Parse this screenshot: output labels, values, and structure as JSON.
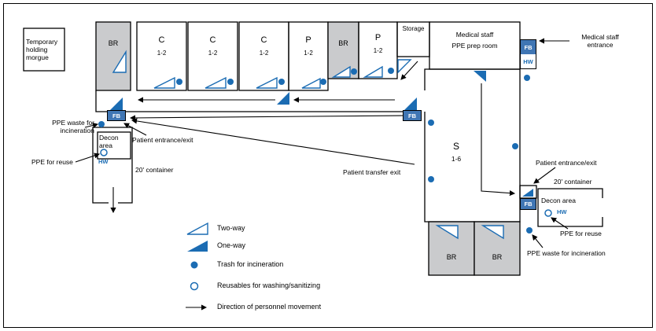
{
  "colors": {
    "blue": "#1b6cb3",
    "box_blue": "#4076b4",
    "gray": "#cacbcd"
  },
  "rooms": {
    "morgue": "Temporary holding morgue",
    "br": "BR",
    "wardC": {
      "label": "C",
      "sub": "1-2"
    },
    "wardP": {
      "label": "P",
      "sub": "1-2"
    },
    "storage": "Storage",
    "staff": {
      "line1": "Medical staff",
      "line2": "PPE prep room"
    },
    "sWard": {
      "label": "S",
      "sub": "1-6"
    }
  },
  "boxes": {
    "fb": "FB",
    "hw": "HW"
  },
  "labels": {
    "ppe_waste": "PPE waste for incineration",
    "patient_entrance": "Patient entrance/exit",
    "ppe_reuse": "PPE for reuse",
    "container": "20' container",
    "decon": "Decon area",
    "medical_staff_entrance": "Medical staff entrance",
    "patient_transfer": "Patient transfer exit"
  },
  "legend": {
    "two_way": "Two-way",
    "one_way": "One-way",
    "trash": "Trash for incineration",
    "reusables": "Reusables for washing/sanitizing",
    "direction": "Direction of personnel movement"
  }
}
